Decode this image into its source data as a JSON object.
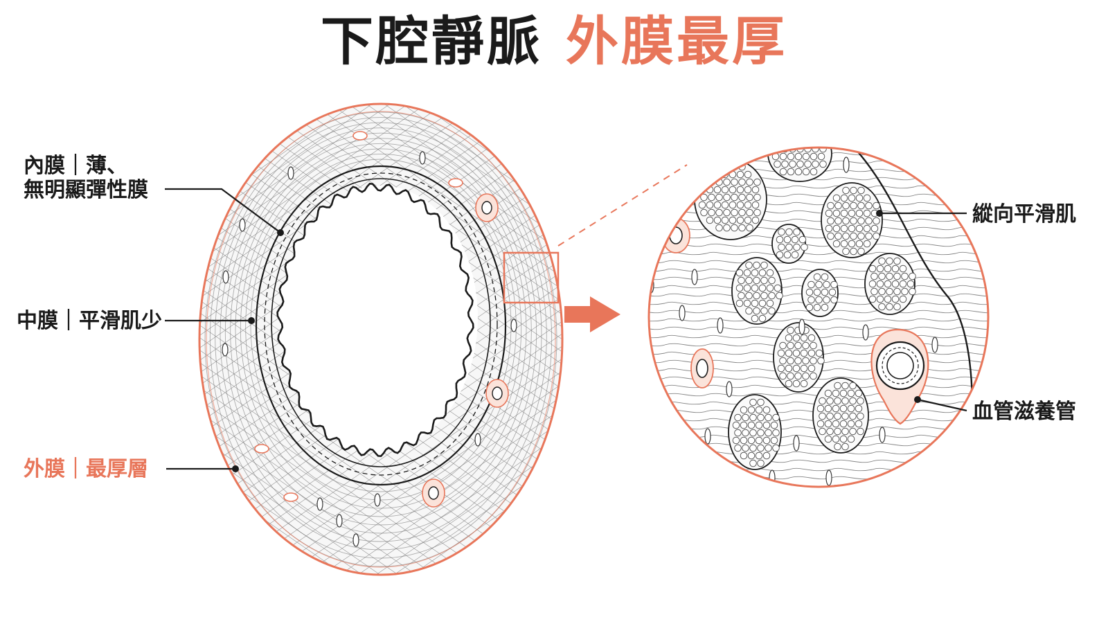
{
  "title": {
    "main": "下腔靜脈",
    "highlight": "外膜最厚"
  },
  "labels": {
    "intima_line1": "內膜｜薄、",
    "intima_line2": "無明顯彈性膜",
    "media": "中膜｜平滑肌少",
    "adventitia": "外膜｜最厚層",
    "longitudinal_muscle": "縱向平滑肌",
    "vasa_vasorum": "血管滋養管"
  },
  "colors": {
    "accent": "#e8765a",
    "ink": "#1a1a1a",
    "line": "#555555"
  }
}
